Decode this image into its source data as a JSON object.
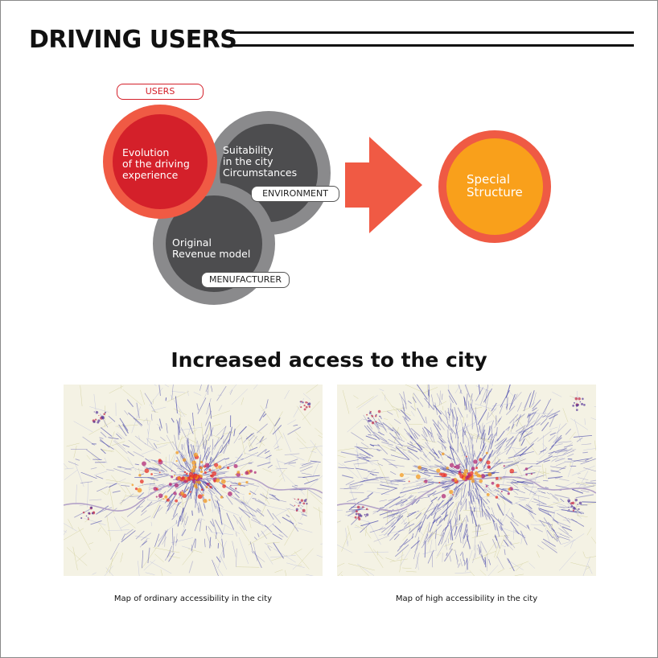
{
  "header": {
    "title": "DRIVING USERS"
  },
  "diagram": {
    "users_tag": "USERS",
    "users_circle": "Evolution\nof the driving\nexperience",
    "environment_circle": "Suitability\nin the city\nCircumstances",
    "environment_tag": "ENVIRONMENT",
    "manufacturer_circle": "Original\nRevenue model",
    "manufacturer_tag": "MENUFACTURER",
    "result_circle": "Special\nStructure"
  },
  "section": {
    "title": "Increased access to the city"
  },
  "maps": [
    {
      "caption": "Map of ordinary accessibility in the city"
    },
    {
      "caption": "Map of high accessibility in the city"
    }
  ],
  "colors": {
    "red": "#d4202a",
    "red_ring": "#f05a44",
    "gray": "#4d4d4f",
    "gray_ring": "#8a8a8c",
    "orange": "#f9a01b",
    "arrow": "#f05a44"
  }
}
